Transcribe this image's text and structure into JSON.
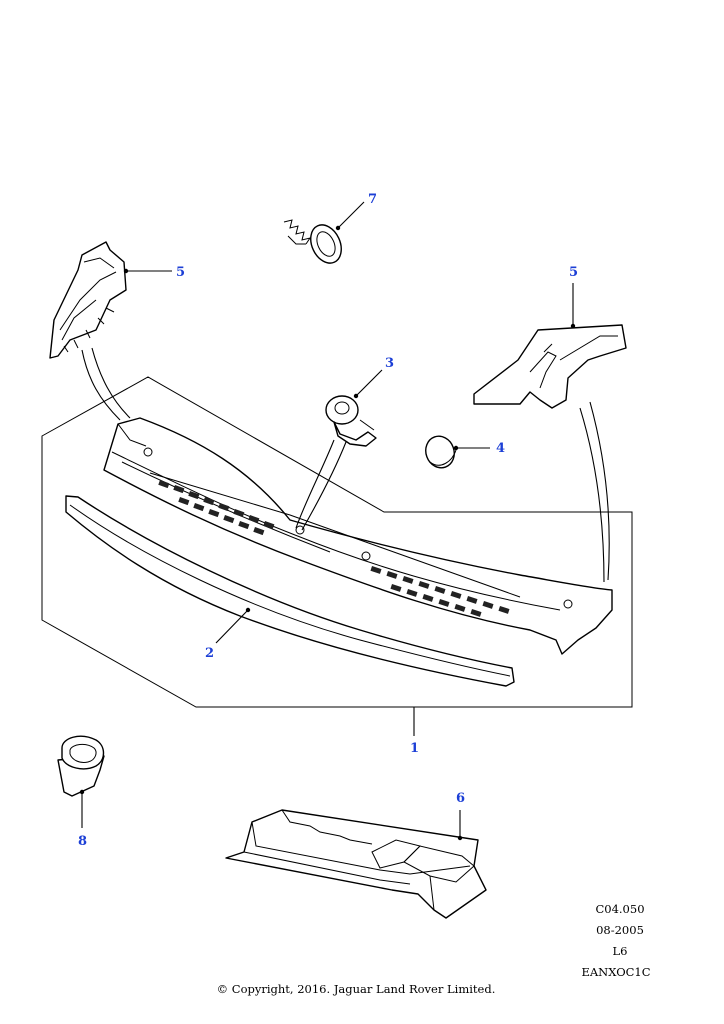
{
  "diagram": {
    "callouts": {
      "c1": "1",
      "c2": "2",
      "c3": "3",
      "c4": "4",
      "c5a": "5",
      "c5b": "5",
      "c6": "6",
      "c7": "7",
      "c8": "8"
    },
    "callout_color": "#1c3fd6"
  },
  "meta": {
    "ref_code": "C04.050",
    "date": "08-2005",
    "model": "L6",
    "image_code": "EANXOC1C",
    "copyright": "© Copyright, 2016. Jaguar Land Rover Limited."
  }
}
